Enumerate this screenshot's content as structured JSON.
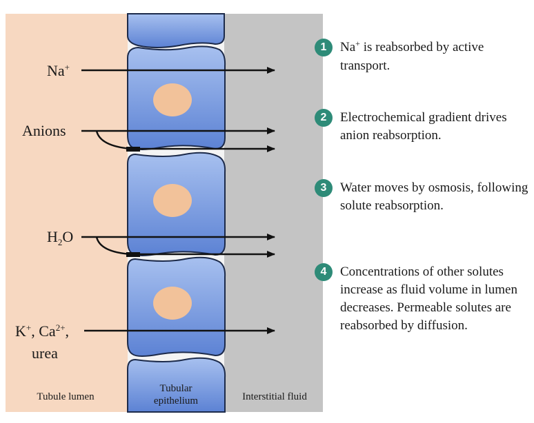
{
  "diagram": {
    "labels": {
      "na": {
        "main": "Na",
        "sup": "+"
      },
      "anions": "Anions",
      "h2o": {
        "pre": "H",
        "sub": "2",
        "post": "O"
      },
      "k_ca": {
        "k": "K",
        "k_sup": "+",
        "sep": ", Ca",
        "ca_sup": "2+",
        "end": ","
      },
      "urea": "urea"
    },
    "regions": {
      "lumen": "Tubule lumen",
      "epithelium_1": "Tubular",
      "epithelium_2": "epithelium",
      "interstitial": "Interstitial fluid"
    },
    "steps": [
      {
        "number": "1",
        "pre": "Na",
        "sup": "+",
        "text": " is reabsorbed by active transport."
      },
      {
        "number": "2",
        "text": "Electrochemical gradient drives anion reabsorption."
      },
      {
        "number": "3",
        "text": "Water moves by osmosis, following solute reabsorption."
      },
      {
        "number": "4",
        "text": "Concentrations of other solutes increase as fluid volume in lumen decreases. Permeable solutes are reabsorbed by diffusion."
      }
    ],
    "colors": {
      "lumen": "#f7d8c1",
      "interstitial": "#c4c4c4",
      "cell_light": "#a7c0ef",
      "cell_dark": "#5c82d4",
      "cell_border": "#1c2a4a",
      "nucleus": "#f2c29a",
      "badge": "#2e8b78"
    }
  }
}
